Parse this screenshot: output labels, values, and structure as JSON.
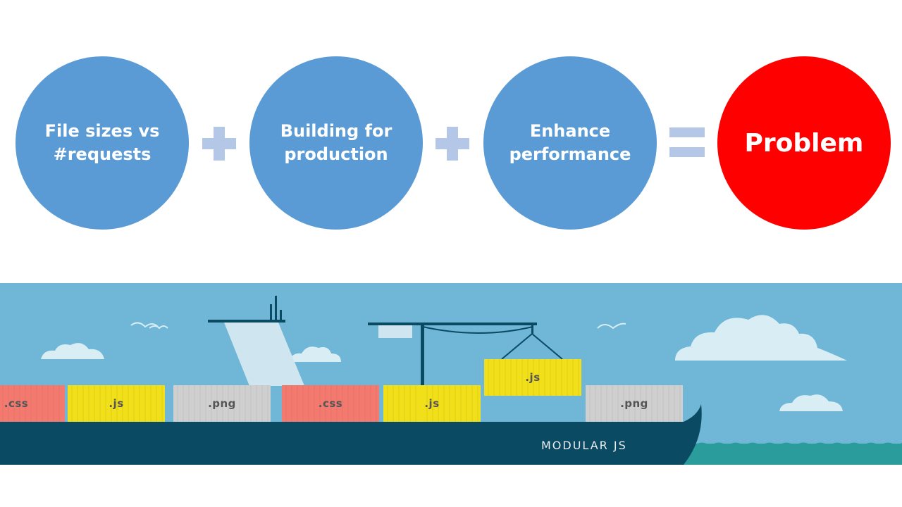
{
  "circles": [
    {
      "text": "File sizes vs\n#requests"
    },
    {
      "text": "Building for\nproduction"
    },
    {
      "text": "Enhance\nperformance"
    },
    {
      "text": "Problem"
    }
  ],
  "containers": [
    {
      "label": ".css",
      "color": "#f47a70"
    },
    {
      "label": ".js",
      "color": "#f1df1a"
    },
    {
      "label": ".png",
      "color": "#cfcfcf"
    },
    {
      "label": ".css",
      "color": "#f47a70"
    },
    {
      "label": ".js",
      "color": "#f1df1a"
    },
    {
      "label": ".js",
      "color": "#f1df1a"
    },
    {
      "label": ".png",
      "color": "#cfcfcf"
    }
  ],
  "ship": {
    "brand": "MODULAR JS"
  },
  "colors": {
    "circle": "#5b9bd5",
    "problem": "#ff0000",
    "operator": "#b4c7e7",
    "sky": "#6fb6d7",
    "hull": "#0b4a63",
    "sea": "#2a9c9c"
  }
}
